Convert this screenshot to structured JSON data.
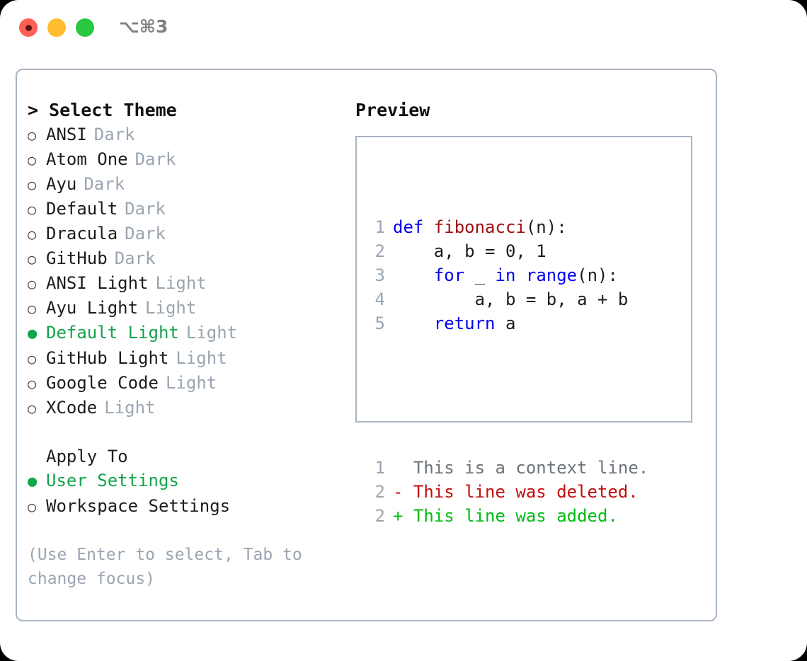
{
  "titlebar": {
    "shortcut": "⌥⌘3",
    "lights": [
      {
        "name": "close",
        "color": "#ff5f57"
      },
      {
        "name": "minimize",
        "color": "#febc2e"
      },
      {
        "name": "maximize",
        "color": "#28c840"
      }
    ]
  },
  "theme_picker": {
    "header": "> Select Theme",
    "bullet_unselected": "○",
    "bullet_selected": "●",
    "items": [
      {
        "name": "ANSI",
        "tag": "Dark",
        "selected": false
      },
      {
        "name": "Atom One",
        "tag": "Dark",
        "selected": false
      },
      {
        "name": "Ayu",
        "tag": "Dark",
        "selected": false
      },
      {
        "name": "Default",
        "tag": "Dark",
        "selected": false
      },
      {
        "name": "Dracula",
        "tag": "Dark",
        "selected": false
      },
      {
        "name": "GitHub",
        "tag": "Dark",
        "selected": false
      },
      {
        "name": "ANSI Light",
        "tag": "Light",
        "selected": false
      },
      {
        "name": "Ayu Light",
        "tag": "Light",
        "selected": false
      },
      {
        "name": "Default Light",
        "tag": "Light",
        "selected": true
      },
      {
        "name": "GitHub Light",
        "tag": "Light",
        "selected": false
      },
      {
        "name": "Google Code",
        "tag": "Light",
        "selected": false
      },
      {
        "name": "XCode",
        "tag": "Light",
        "selected": false
      }
    ]
  },
  "apply_to": {
    "header": "Apply To",
    "items": [
      {
        "name": "User Settings",
        "selected": true
      },
      {
        "name": "Workspace Settings",
        "selected": false
      }
    ]
  },
  "hint": "(Use Enter to select, Tab to change focus)",
  "preview": {
    "title": "Preview",
    "code_lines": [
      {
        "num": "1",
        "tokens": [
          {
            "t": "def ",
            "c": "kw"
          },
          {
            "t": "fibonacci",
            "c": "fn"
          },
          {
            "t": "(n):",
            "c": "pl"
          }
        ]
      },
      {
        "num": "2",
        "tokens": [
          {
            "t": "    a, b = 0, 1",
            "c": "pl"
          }
        ]
      },
      {
        "num": "3",
        "tokens": [
          {
            "t": "    ",
            "c": "pl"
          },
          {
            "t": "for",
            "c": "kw"
          },
          {
            "t": " _ ",
            "c": "pl"
          },
          {
            "t": "in",
            "c": "kw"
          },
          {
            "t": " ",
            "c": "pl"
          },
          {
            "t": "range",
            "c": "kw"
          },
          {
            "t": "(n):",
            "c": "pl"
          }
        ]
      },
      {
        "num": "4",
        "tokens": [
          {
            "t": "        a, b = b, a + b",
            "c": "pl"
          }
        ]
      },
      {
        "num": "5",
        "tokens": [
          {
            "t": "    ",
            "c": "pl"
          },
          {
            "t": "return",
            "c": "kw"
          },
          {
            "t": " a",
            "c": "pl"
          }
        ]
      }
    ],
    "diff_lines": [
      {
        "num": "1",
        "marker": " ",
        "text": " This is a context line.",
        "kind": "ctx"
      },
      {
        "num": "2",
        "marker": "-",
        "text": " This line was deleted.",
        "kind": "del"
      },
      {
        "num": "2",
        "marker": "+",
        "text": " This line was added.",
        "kind": "add"
      }
    ]
  },
  "colors": {
    "panel_border": "#a9b4c1",
    "selected_green": "#13a34a",
    "muted": "#9aa5b1",
    "keyword_blue": "#0000ee",
    "function_red": "#a01010",
    "diff_delete": "#c40d0d",
    "diff_add": "#00bb14"
  }
}
